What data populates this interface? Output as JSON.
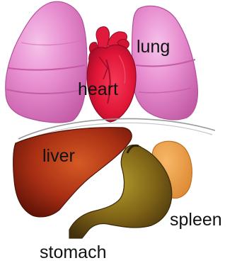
{
  "labels": {
    "lung": "lung",
    "heart": "heart",
    "liver": "liver",
    "spleen": "spleen",
    "stomach": "stomach"
  },
  "colors": {
    "lung_fill": "#e77fcb",
    "lung_shadow": "#c75aa8",
    "lung_highlight": "#f6c3ea",
    "heart_fill": "#e5173d",
    "heart_dark": "#a30d2b",
    "liver_light": "#c7421c",
    "liver_dark": "#6d1609",
    "stomach_light": "#a18a26",
    "stomach_dark": "#4a330d",
    "spleen_fill": "#f0a24c",
    "diaphragm": "#9a9a9a"
  }
}
